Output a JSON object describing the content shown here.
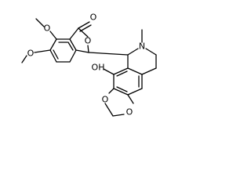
{
  "atoms": {
    "carbonyl_o": "O",
    "lactone_o": "O",
    "methoxy_o_top": "O",
    "methoxy_o_bottom": "O",
    "amine_n": "N",
    "hydroxyl": "OH",
    "dioxole_o_left": "O",
    "dioxole_o_right": "O"
  },
  "colors": {
    "bond": "#000000",
    "text": "#000000",
    "background": "#ffffff"
  }
}
